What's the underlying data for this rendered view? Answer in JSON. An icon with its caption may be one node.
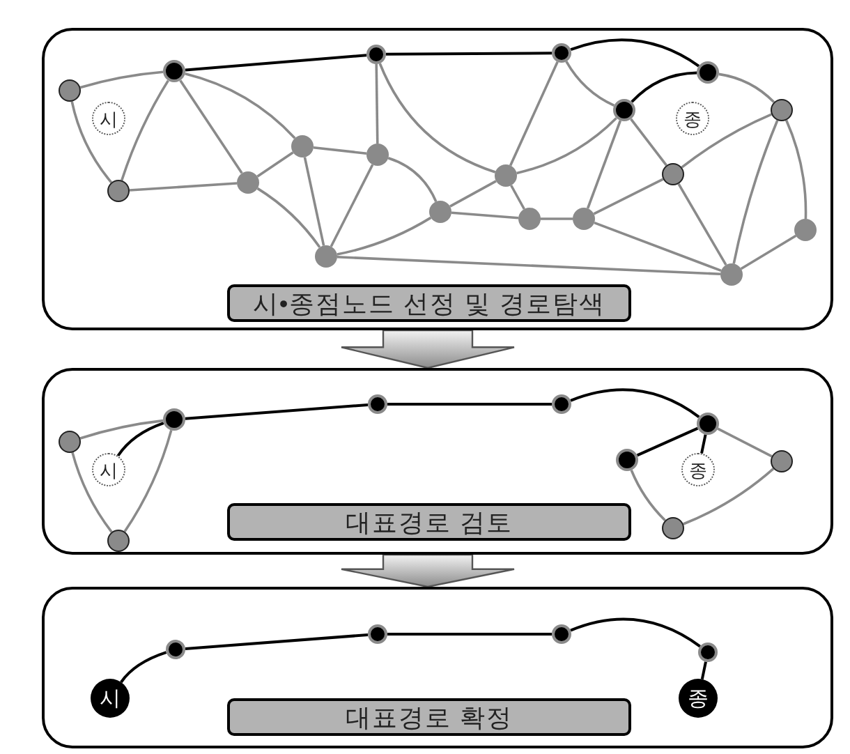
{
  "diagram": {
    "nodes": [
      {
        "text": [],
        "shape": "box"
      },
      {
        "text": [
          "시"
        ],
        "in": 0
      },
      {
        "text": [
          "종"
        ],
        "in": 0
      },
      {
        "text": [],
        "shape": "circle",
        "in": 0
      },
      {
        "text": [],
        "shape": "circle",
        "in": 0
      },
      {
        "text": [],
        "shape": "circle",
        "in": 0
      },
      {
        "text": [],
        "shape": "circle",
        "in": 0
      },
      {
        "text": [],
        "shape": "circle",
        "in": 0
      },
      {
        "text": [],
        "shape": "circle",
        "in": 0
      },
      {
        "text": [],
        "shape": "circle",
        "in": 0
      },
      {
        "text": [],
        "shape": "circle",
        "in": 0
      },
      {
        "text": [],
        "shape": "circle",
        "in": 0
      },
      {
        "text": [],
        "shape": "circle",
        "in": 0
      },
      {
        "text": [],
        "shape": "circle",
        "in": 0
      },
      {
        "text": [],
        "shape": "circle",
        "in": 0
      },
      {
        "text": [],
        "shape": "circle",
        "in": 0
      },
      {
        "text": [],
        "shape": "circle",
        "in": 0
      },
      {
        "text": [],
        "shape": "circle",
        "in": 0
      },
      {
        "text": [],
        "shape": "circle",
        "in": 0
      },
      {
        "text": [],
        "shape": "circle",
        "in": 0
      },
      {
        "text": [],
        "shape": "circle",
        "in": 0
      },
      {
        "text": [],
        "shape": "circle",
        "in": 0
      },
      {
        "text": [
          "시•종점노드 선정 및 경로탐색"
        ],
        "in": 0
      },
      {
        "text": [],
        "shape": "box"
      },
      {
        "text": [
          "시"
        ],
        "in": 23
      },
      {
        "text": [
          "종"
        ],
        "in": 23
      },
      {
        "text": [],
        "shape": "circle",
        "in": 23
      },
      {
        "text": [],
        "shape": "circle",
        "in": 23
      },
      {
        "text": [],
        "shape": "circle",
        "in": 23
      },
      {
        "text": [],
        "shape": "circle",
        "in": 23
      },
      {
        "text": [],
        "shape": "circle",
        "in": 23
      },
      {
        "text": [],
        "shape": "circle",
        "in": 23
      },
      {
        "text": [],
        "shape": "circle",
        "in": 23
      },
      {
        "text": [],
        "shape": "circle",
        "in": 23
      },
      {
        "text": [],
        "shape": "circle",
        "in": 23
      },
      {
        "text": [
          "대표경로 검토"
        ],
        "in": 23
      },
      {
        "text": [],
        "shape": "box"
      },
      {
        "text": [
          "시"
        ],
        "in": 36
      },
      {
        "text": [
          "종"
        ],
        "in": 36
      },
      {
        "text": [],
        "shape": "circle",
        "in": 36
      },
      {
        "text": [],
        "shape": "circle",
        "in": 36
      },
      {
        "text": [],
        "shape": "circle",
        "in": 36
      },
      {
        "text": [],
        "shape": "circle",
        "in": 36
      },
      {
        "text": [
          "대표경로 확정"
        ],
        "in": 36
      }
    ],
    "edges": [
      {
        "from": 0,
        "to": 23,
        "arrow": "to"
      },
      {
        "from": 23,
        "to": 36,
        "arrow": "to"
      },
      {
        "from": 4,
        "to": 5,
        "arrow": "none",
        "color": "#000000"
      },
      {
        "from": 5,
        "to": 6,
        "arrow": "none",
        "color": "#000000"
      },
      {
        "from": 6,
        "to": 7,
        "arrow": "none",
        "color": "#000000"
      },
      {
        "from": 7,
        "to": 8,
        "arrow": "none",
        "color": "#000000"
      },
      {
        "from": 3,
        "to": 4,
        "arrow": "none"
      },
      {
        "from": 3,
        "to": 10,
        "arrow": "none"
      },
      {
        "from": 4,
        "to": 10,
        "arrow": "none"
      },
      {
        "from": 4,
        "to": 11,
        "arrow": "none"
      },
      {
        "from": 4,
        "to": 12,
        "arrow": "none"
      },
      {
        "from": 10,
        "to": 11,
        "arrow": "none"
      },
      {
        "from": 11,
        "to": 12,
        "arrow": "none"
      },
      {
        "from": 11,
        "to": 14,
        "arrow": "none"
      },
      {
        "from": 12,
        "to": 14,
        "arrow": "none"
      },
      {
        "from": 12,
        "to": 13,
        "arrow": "none"
      },
      {
        "from": 5,
        "to": 13,
        "arrow": "none"
      },
      {
        "from": 13,
        "to": 14,
        "arrow": "none"
      },
      {
        "from": 13,
        "to": 15,
        "arrow": "none"
      },
      {
        "from": 14,
        "to": 15,
        "arrow": "none"
      },
      {
        "from": 14,
        "to": 21,
        "arrow": "none"
      },
      {
        "from": 5,
        "to": 16,
        "arrow": "none"
      },
      {
        "from": 6,
        "to": 16,
        "arrow": "none"
      },
      {
        "from": 6,
        "to": 8,
        "arrow": "none"
      },
      {
        "from": 8,
        "to": 16,
        "arrow": "none"
      },
      {
        "from": 8,
        "to": 18,
        "arrow": "none"
      },
      {
        "from": 8,
        "to": 19,
        "arrow": "none"
      },
      {
        "from": 15,
        "to": 16,
        "arrow": "none"
      },
      {
        "from": 15,
        "to": 17,
        "arrow": "none"
      },
      {
        "from": 16,
        "to": 17,
        "arrow": "none"
      },
      {
        "from": 17,
        "to": 18,
        "arrow": "none"
      },
      {
        "from": 18,
        "to": 19,
        "arrow": "none"
      },
      {
        "from": 18,
        "to": 21,
        "arrow": "none"
      },
      {
        "from": 19,
        "to": 9,
        "arrow": "none"
      },
      {
        "from": 19,
        "to": 21,
        "arrow": "none"
      },
      {
        "from": 9,
        "to": 21,
        "arrow": "none"
      },
      {
        "from": 7,
        "to": 9,
        "arrow": "none"
      },
      {
        "from": 9,
        "to": 20,
        "arrow": "none"
      },
      {
        "from": 20,
        "to": 21,
        "arrow": "none"
      },
      {
        "from": 27,
        "to": 28,
        "arrow": "none",
        "color": "#000000"
      },
      {
        "from": 28,
        "to": 29,
        "arrow": "none",
        "color": "#000000"
      },
      {
        "from": 29,
        "to": 30,
        "arrow": "none",
        "color": "#000000"
      },
      {
        "from": 30,
        "to": 31,
        "arrow": "none",
        "color": "#000000"
      },
      {
        "from": 24,
        "to": 27,
        "arrow": "none",
        "color": "#000000"
      },
      {
        "from": 30,
        "to": 25,
        "arrow": "none",
        "color": "#000000"
      },
      {
        "from": 26,
        "to": 27,
        "arrow": "none"
      },
      {
        "from": 26,
        "to": 34,
        "arrow": "none"
      },
      {
        "from": 27,
        "to": 34,
        "arrow": "none"
      },
      {
        "from": 30,
        "to": 32,
        "arrow": "none"
      },
      {
        "from": 31,
        "to": 33,
        "arrow": "none"
      },
      {
        "from": 32,
        "to": 33,
        "arrow": "none"
      },
      {
        "from": 37,
        "to": 39,
        "arrow": "none",
        "color": "#000000"
      },
      {
        "from": 39,
        "to": 40,
        "arrow": "none",
        "color": "#000000"
      },
      {
        "from": 40,
        "to": 41,
        "arrow": "none",
        "color": "#000000"
      },
      {
        "from": 41,
        "to": 42,
        "arrow": "none",
        "color": "#000000"
      },
      {
        "from": 42,
        "to": 38,
        "arrow": "none",
        "color": "#000000"
      }
    ]
  }
}
